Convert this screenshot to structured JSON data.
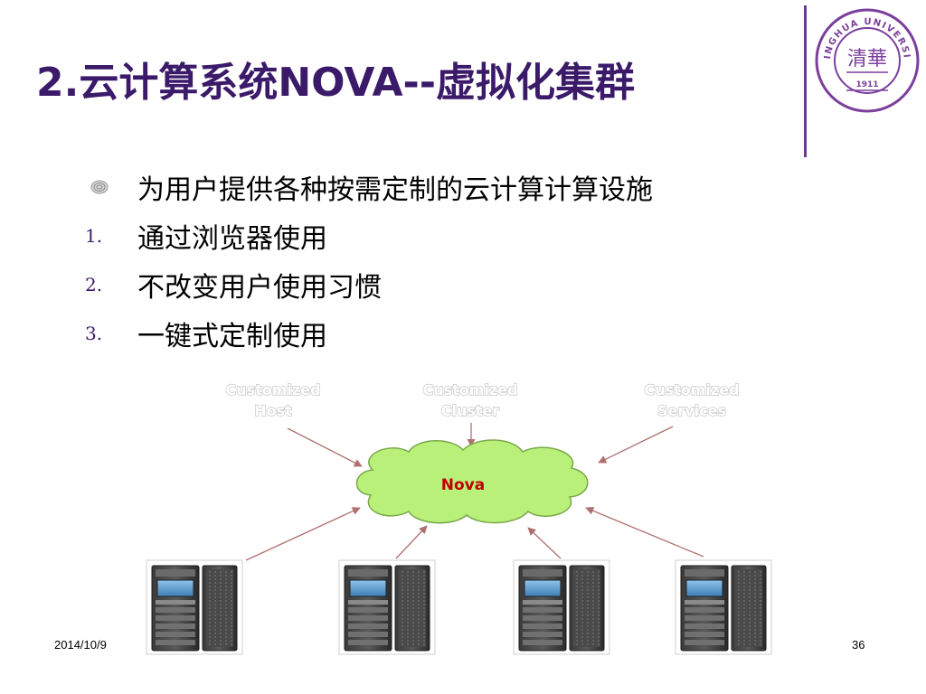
{
  "slide": {
    "title": "2.云计算系统NOVA--虚拟化集群",
    "logo": {
      "top_text": "TSINGHUA UNIVERSITY",
      "year": "1911",
      "seal_chars": "清華",
      "color": "#7b3f9c"
    },
    "bullets": [
      {
        "marker": "",
        "icon": "swirl-bullet-icon",
        "text": "为用户提供各种按需定制的云计算计算设施"
      },
      {
        "marker": "1.",
        "text": "通过浏览器使用"
      },
      {
        "marker": "2.",
        "text": "不改变用户使用习惯"
      },
      {
        "marker": "3.",
        "text": "一键式定制使用"
      }
    ],
    "diagram": {
      "top_nodes": [
        {
          "line1": "Customized",
          "line2": "Host"
        },
        {
          "line1": "Customized",
          "line2": "Cluster"
        },
        {
          "line1": "Customized",
          "line2": "Services"
        }
      ],
      "center_node": {
        "label": "Nova",
        "fill": "#b8f07a",
        "text_color": "#c00000"
      },
      "servers": [
        {
          "icon": "server-rack-icon"
        },
        {
          "icon": "server-rack-icon"
        },
        {
          "icon": "server-rack-icon"
        },
        {
          "icon": "server-rack-icon"
        }
      ],
      "arrow_color": "#b07070"
    },
    "footer": {
      "date": "2014/10/9",
      "page": "36"
    },
    "colors": {
      "title": "#3b1a6a",
      "accent": "#6b3a8c"
    }
  }
}
